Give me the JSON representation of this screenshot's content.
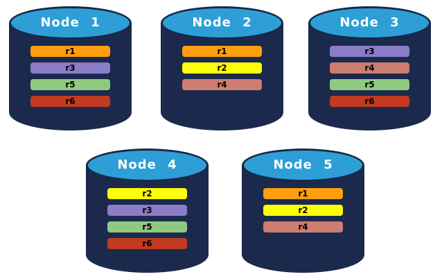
{
  "diagram": {
    "title": "database-nodes-replication-diagram",
    "background": "#ffffff"
  },
  "colors": {
    "cylinder_body": "#1b2a4c",
    "cylinder_top": "#2e9fd6",
    "cylinder_outline": "#16294b",
    "node_label_text": "#ffffff",
    "bar_text": "#000000",
    "resources": {
      "r1": "#ff9e0e",
      "r2": "#fdff0a",
      "r3": "#8a7cc6",
      "r4": "#ce7d71",
      "r5": "#8fc97f",
      "r6": "#c23b21"
    }
  },
  "nodes": [
    {
      "label": "Node 1",
      "resources": [
        "r1",
        "r3",
        "r5",
        "r6"
      ]
    },
    {
      "label": "Node 2",
      "resources": [
        "r1",
        "r2",
        "r4"
      ]
    },
    {
      "label": "Node 3",
      "resources": [
        "r3",
        "r4",
        "r5",
        "r6"
      ]
    },
    {
      "label": "Node 4",
      "resources": [
        "r2",
        "r3",
        "r5",
        "r6"
      ]
    },
    {
      "label": "Node 5",
      "resources": [
        "r1",
        "r2",
        "r4"
      ]
    }
  ]
}
